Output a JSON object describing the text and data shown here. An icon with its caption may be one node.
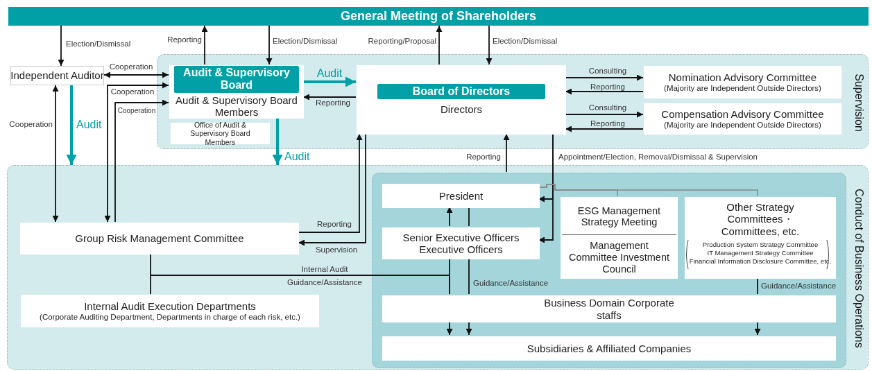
{
  "diagram": {
    "nodes": [
      {
        "text": [
          "General Meeting of Shareholders"
        ]
      },
      {
        "text": [
          "Supervision"
        ]
      },
      {
        "text": [
          "Conduct of Business Operations"
        ]
      },
      {
        "text": [
          "Independent Auditor"
        ]
      },
      {
        "text": [
          "Audit & Supervisory Board",
          "Audit & Supervisory Board Members"
        ],
        "in": 1
      },
      {
        "text": [
          "Office of Audit & Supervisory Board Members"
        ],
        "in": 1
      },
      {
        "text": [
          "Board of Directors",
          "Directors"
        ],
        "in": 1
      },
      {
        "text": [
          "Nomination Advisory Committee",
          "(Majority are Independent Outside Directors)"
        ],
        "in": 1
      },
      {
        "text": [
          "Compensation Advisory Committee",
          "(Majority are Independent Outside Directors)"
        ],
        "in": 1
      },
      {
        "text": [],
        "shape": "box",
        "in": 2
      },
      {
        "text": [
          "Group Risk Management Committee"
        ],
        "in": 2
      },
      {
        "text": [
          "Internal Audit Execution Departments",
          "(Corporate Auditing Department, Departments in charge of each risk, etc.)"
        ],
        "in": 2
      },
      {
        "text": [
          "President"
        ],
        "in": 9
      },
      {
        "text": [
          "Senior Executive Officers Executive Officers"
        ],
        "in": 9
      },
      {
        "text": [
          "ESG Management Strategy Meeting",
          "Management Committee Investment Council"
        ],
        "in": 9
      },
      {
        "text": [
          "Other Strategy Committees・Committees, etc.",
          "Production System Strategy Committee",
          "IT Management Strategy Committee",
          "Financial Information Disclosure Committee, etc."
        ],
        "in": 9
      },
      {
        "text": [
          "Business Domain Corporate staffs"
        ],
        "in": 9
      },
      {
        "text": [
          "Subsidiaries & Affiliated Companies"
        ],
        "in": 9
      }
    ],
    "edges": [
      {
        "from": 0,
        "to": 3,
        "arrow": "to",
        "label": "Election/Dismissal"
      },
      {
        "from": 4,
        "to": 0,
        "arrow": "to",
        "label": "Reporting"
      },
      {
        "from": 0,
        "to": 4,
        "arrow": "to",
        "label": "Election/Dismissal"
      },
      {
        "from": 6,
        "to": 0,
        "arrow": "to",
        "label": "Reporting/Proposal"
      },
      {
        "from": 0,
        "to": 6,
        "arrow": "to",
        "label": "Election/Dismissal"
      },
      {
        "from": 3,
        "to": 4,
        "arrow": "both",
        "label": "Cooperation"
      },
      {
        "from": 10,
        "to": 4,
        "arrow": "both",
        "label": "Cooperation"
      },
      {
        "from": 10,
        "to": 4,
        "arrow": "to",
        "label": "Cooperation"
      },
      {
        "from": 3,
        "to": 10,
        "arrow": "both",
        "label": "Cooperation"
      },
      {
        "from": 3,
        "to": 2,
        "arrow": "to",
        "label": "Audit",
        "style": "thick",
        "color": "#00a0a6"
      },
      {
        "from": 4,
        "to": 6,
        "arrow": "to",
        "label": "Audit",
        "style": "thick",
        "color": "#00a0a6"
      },
      {
        "from": 6,
        "to": 4,
        "arrow": "to",
        "label": "Reporting"
      },
      {
        "from": 4,
        "to": 2,
        "arrow": "to",
        "label": "Audit",
        "style": "thick",
        "color": "#00a0a6"
      },
      {
        "from": 10,
        "to": 6,
        "arrow": "to",
        "label": "Reporting"
      },
      {
        "from": 6,
        "to": 10,
        "arrow": "to",
        "label": "Supervision"
      },
      {
        "from": 6,
        "to": 7,
        "arrow": "to",
        "label": "Consulting"
      },
      {
        "from": 7,
        "to": 6,
        "arrow": "to",
        "label": "Reporting"
      },
      {
        "from": 6,
        "to": 8,
        "arrow": "to",
        "label": "Consulting"
      },
      {
        "from": 8,
        "to": 6,
        "arrow": "to",
        "label": "Reporting"
      },
      {
        "from": 9,
        "to": 6,
        "arrow": "to",
        "label": "Reporting"
      },
      {
        "from": 6,
        "to": 12,
        "arrow": "to",
        "label": "Appointment/Election, Removal/Dismissal & Supervision"
      },
      {
        "from": 6,
        "to": 13,
        "arrow": "to"
      },
      {
        "from": 12,
        "to": 14,
        "arrow": "none",
        "color": "#888888"
      },
      {
        "from": 12,
        "to": 15,
        "arrow": "none",
        "color": "#888888"
      },
      {
        "from": 13,
        "to": 12,
        "arrow": "to"
      },
      {
        "from": 12,
        "to": 13,
        "arrow": "none"
      },
      {
        "from": 13,
        "to": 16,
        "arrow": "none",
        "label": "Guidance/Assistance"
      },
      {
        "from": 11,
        "to": 16,
        "arrow": "none",
        "label": "Internal Audit"
      },
      {
        "from": 10,
        "to": 16,
        "arrow": "none",
        "label": "Guidance/Assistance"
      },
      {
        "from": 13,
        "to": 16,
        "arrow": "none"
      },
      {
        "from": 15,
        "to": 16,
        "arrow": "none",
        "label": "Guidance/Assistance"
      },
      {
        "from": 16,
        "to": 17,
        "arrow": "to"
      },
      {
        "from": 16,
        "to": 17,
        "arrow": "to"
      },
      {
        "from": 16,
        "to": 17,
        "arrow": "to"
      }
    ]
  }
}
